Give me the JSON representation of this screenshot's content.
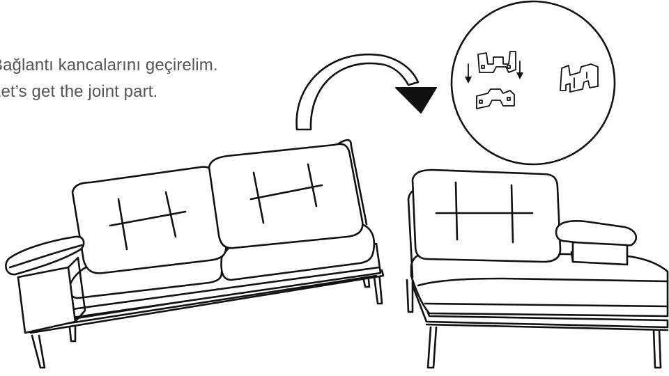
{
  "instructions": {
    "turkish": "Bağlantı kancalarını geçirelim.",
    "english": "Let’s get the joint part."
  },
  "colors": {
    "text": "#555555",
    "ink": "#111111",
    "background": "#ffffff"
  },
  "icons": {
    "arrow": "curved-arrow-icon",
    "detail": "magnified-hook-detail",
    "hook": "joint-hook-icon"
  }
}
